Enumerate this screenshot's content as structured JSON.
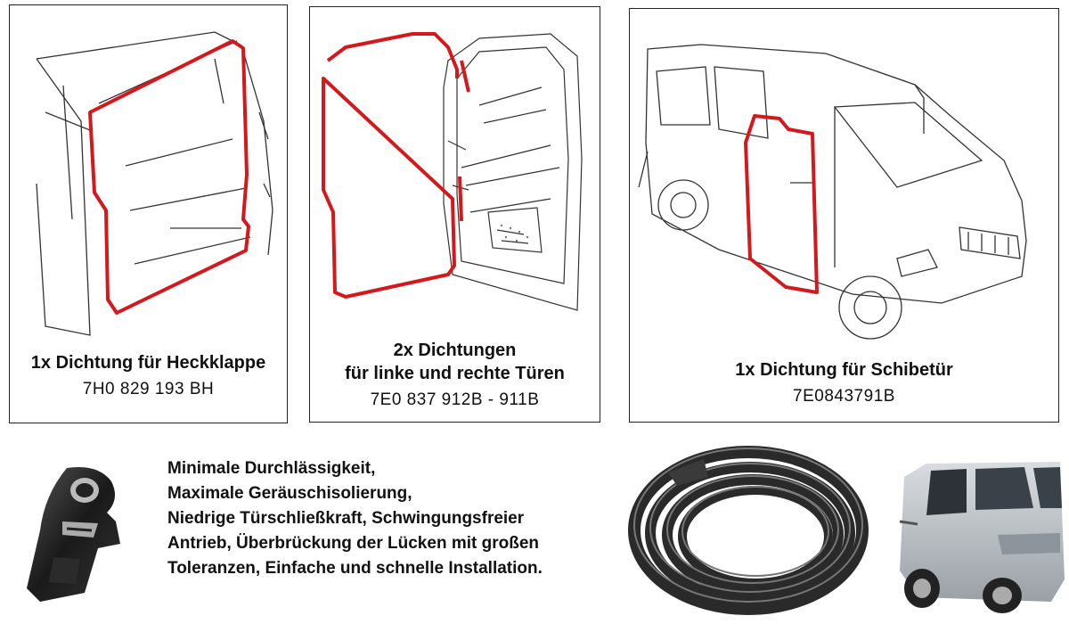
{
  "panels": [
    {
      "title": "1x Dichtung für Heckklappe",
      "part": "7H0 829 193 BH",
      "icon": "tailgate-seal-diagram"
    },
    {
      "title_line1": "2x Dichtungen",
      "title_line2": "für linke und rechte Türen",
      "part": "7E0 837 912B - 911B",
      "icon": "door-seal-diagram"
    },
    {
      "title": "1x Dichtung für Schibetür",
      "part": "7E0843791B",
      "icon": "sliding-door-seal-diagram"
    }
  ],
  "features": [
    "Minimale Durchlässigkeit,",
    "Maximale Geräuschisolierung,",
    "Niedrige Türschließkraft, Schwingungsfreier",
    "Antrieb, Überbrückung der Lücken mit großen",
    "Toleranzen, Einfache und schnelle Installation."
  ],
  "colors": {
    "seal_highlight": "#d4181c",
    "line_art": "#333333",
    "seal_rubber": "#1f1f1f",
    "van_silver": "#b9bec4"
  }
}
